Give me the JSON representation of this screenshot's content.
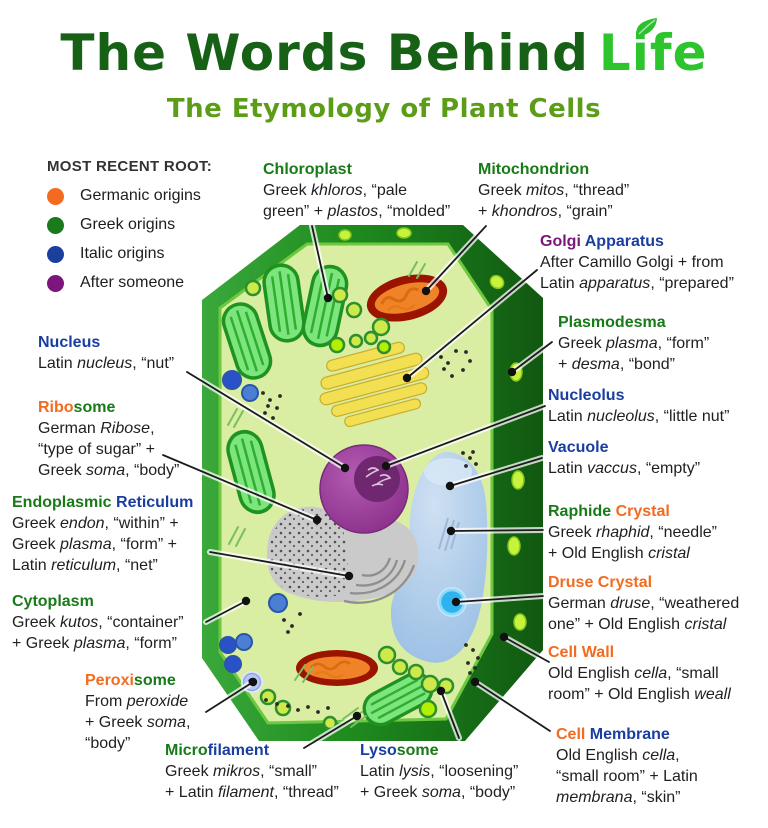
{
  "title": {
    "dark": "The Words Behind",
    "bright": "Life"
  },
  "subtitle": "The Etymology of Plant Cells",
  "legend": {
    "heading": "MOST RECENT ROOT:",
    "items": [
      {
        "label": "Germanic origins",
        "color": "#f26b21"
      },
      {
        "label": "Greek origins",
        "color": "#1b7a1b"
      },
      {
        "label": "Italic origins",
        "color": "#1c3f9e"
      },
      {
        "label": "After someone",
        "color": "#7c157c"
      }
    ]
  },
  "palette": {
    "title_dark_green": "#176117",
    "title_bright_green": "#2ec42e",
    "subtitle_green": "#5c9d17",
    "cell_interior": "#d9eda3",
    "cell_wall_green": "#1e8a1e"
  },
  "labels": [
    {
      "id": "chloroplast",
      "heading": [
        {
          "t": "Chloroplast",
          "c": "grk"
        }
      ],
      "lines": [
        [
          {
            "t": "Greek "
          },
          {
            "t": "khloros",
            "i": 1
          },
          {
            "t": ", “pale"
          }
        ],
        [
          {
            "t": "green” + "
          },
          {
            "t": "plastos",
            "i": 1
          },
          {
            "t": ", “molded”"
          }
        ]
      ]
    },
    {
      "id": "mitochondrion",
      "heading": [
        {
          "t": "Mitochondrion",
          "c": "grk"
        }
      ],
      "lines": [
        [
          {
            "t": "Greek "
          },
          {
            "t": "mitos",
            "i": 1
          },
          {
            "t": ", “thread”"
          }
        ],
        [
          {
            "t": "+ "
          },
          {
            "t": "khondros",
            "i": 1
          },
          {
            "t": ", “grain”"
          }
        ]
      ]
    },
    {
      "id": "golgi",
      "heading": [
        {
          "t": "Golgi ",
          "c": "per"
        },
        {
          "t": "Apparatus",
          "c": "ita"
        }
      ],
      "lines": [
        [
          {
            "t": "After Camillo Golgi + from"
          }
        ],
        [
          {
            "t": "Latin "
          },
          {
            "t": "apparatus",
            "i": 1
          },
          {
            "t": ", “prepared”"
          }
        ]
      ]
    },
    {
      "id": "plasmodesma",
      "heading": [
        {
          "t": "Plasmodesma",
          "c": "grk"
        }
      ],
      "lines": [
        [
          {
            "t": "Greek "
          },
          {
            "t": "plasma",
            "i": 1
          },
          {
            "t": ", “form”"
          }
        ],
        [
          {
            "t": "+ "
          },
          {
            "t": "desma",
            "i": 1
          },
          {
            "t": ", “bond”"
          }
        ]
      ]
    },
    {
      "id": "nucleus",
      "heading": [
        {
          "t": "Nucleus",
          "c": "ita"
        }
      ],
      "lines": [
        [
          {
            "t": "Latin "
          },
          {
            "t": "nucleus",
            "i": 1
          },
          {
            "t": ", “nut”"
          }
        ]
      ]
    },
    {
      "id": "ribosome",
      "heading": [
        {
          "t": "Ribo",
          "c": "ger"
        },
        {
          "t": "some",
          "c": "grk"
        }
      ],
      "lines": [
        [
          {
            "t": "German "
          },
          {
            "t": "Ribose",
            "i": 1
          },
          {
            "t": ","
          }
        ],
        [
          {
            "t": "“type of sugar” +"
          }
        ],
        [
          {
            "t": "Greek "
          },
          {
            "t": "soma",
            "i": 1
          },
          {
            "t": ", “body”"
          }
        ]
      ]
    },
    {
      "id": "er",
      "heading": [
        {
          "t": "Endoplasmic ",
          "c": "grk"
        },
        {
          "t": "Reticulum",
          "c": "ita"
        }
      ],
      "lines": [
        [
          {
            "t": "Greek "
          },
          {
            "t": "endon",
            "i": 1
          },
          {
            "t": ", “within” +"
          }
        ],
        [
          {
            "t": "Greek "
          },
          {
            "t": "plasma",
            "i": 1
          },
          {
            "t": ", “form” +"
          }
        ],
        [
          {
            "t": "Latin "
          },
          {
            "t": "reticulum",
            "i": 1
          },
          {
            "t": ", “net”"
          }
        ]
      ]
    },
    {
      "id": "cytoplasm",
      "heading": [
        {
          "t": "Cytoplasm",
          "c": "grk"
        }
      ],
      "lines": [
        [
          {
            "t": "Greek "
          },
          {
            "t": "kutos",
            "i": 1
          },
          {
            "t": ", “container”"
          }
        ],
        [
          {
            "t": "+ Greek "
          },
          {
            "t": "plasma",
            "i": 1
          },
          {
            "t": ", “form”"
          }
        ]
      ]
    },
    {
      "id": "peroxisome",
      "heading": [
        {
          "t": "Peroxi",
          "c": "ger"
        },
        {
          "t": "some",
          "c": "grk"
        }
      ],
      "lines": [
        [
          {
            "t": "From "
          },
          {
            "t": "peroxide",
            "i": 1
          }
        ],
        [
          {
            "t": "+ Greek "
          },
          {
            "t": "soma",
            "i": 1
          },
          {
            "t": ","
          }
        ],
        [
          {
            "t": "“body”"
          }
        ]
      ]
    },
    {
      "id": "microfilament",
      "heading": [
        {
          "t": "Micro",
          "c": "grk"
        },
        {
          "t": "filament",
          "c": "ita"
        }
      ],
      "lines": [
        [
          {
            "t": "Greek "
          },
          {
            "t": "mikros",
            "i": 1
          },
          {
            "t": ", “small”"
          }
        ],
        [
          {
            "t": "+ Latin "
          },
          {
            "t": "filament",
            "i": 1
          },
          {
            "t": ", “thread”"
          }
        ]
      ]
    },
    {
      "id": "lysosome",
      "heading": [
        {
          "t": "Lyso",
          "c": "ita"
        },
        {
          "t": "some",
          "c": "grk"
        }
      ],
      "lines": [
        [
          {
            "t": "Latin "
          },
          {
            "t": "lysis",
            "i": 1
          },
          {
            "t": ", “loosening”"
          }
        ],
        [
          {
            "t": "+ Greek "
          },
          {
            "t": "soma",
            "i": 1
          },
          {
            "t": ", “body”"
          }
        ]
      ]
    },
    {
      "id": "cell_membrane",
      "heading": [
        {
          "t": "Cell ",
          "c": "ger"
        },
        {
          "t": "Membrane",
          "c": "ita"
        }
      ],
      "lines": [
        [
          {
            "t": "Old English "
          },
          {
            "t": "cella",
            "i": 1
          },
          {
            "t": ","
          }
        ],
        [
          {
            "t": "“small room” + Latin"
          }
        ],
        [
          {
            "t": "membrana",
            "i": 1
          },
          {
            "t": ", “skin”"
          }
        ]
      ]
    },
    {
      "id": "cell_wall",
      "heading": [
        {
          "t": "Cell Wall",
          "c": "ger"
        }
      ],
      "lines": [
        [
          {
            "t": "Old English "
          },
          {
            "t": "cella",
            "i": 1
          },
          {
            "t": ", “small"
          }
        ],
        [
          {
            "t": "room” + Old English "
          },
          {
            "t": "weall",
            "i": 1
          }
        ]
      ]
    },
    {
      "id": "druse",
      "heading": [
        {
          "t": "Druse Crystal",
          "c": "ger"
        }
      ],
      "lines": [
        [
          {
            "t": "German "
          },
          {
            "t": "druse",
            "i": 1
          },
          {
            "t": ", “weathered"
          }
        ],
        [
          {
            "t": "one” + Old English "
          },
          {
            "t": "cristal",
            "i": 1
          }
        ]
      ]
    },
    {
      "id": "raphide",
      "heading": [
        {
          "t": "Raphide ",
          "c": "grk"
        },
        {
          "t": "Crystal",
          "c": "ger"
        }
      ],
      "lines": [
        [
          {
            "t": "Greek "
          },
          {
            "t": "rhaphid",
            "i": 1
          },
          {
            "t": ", “needle”"
          }
        ],
        [
          {
            "t": "+ Old English "
          },
          {
            "t": "cristal",
            "i": 1
          }
        ]
      ]
    },
    {
      "id": "vacuole",
      "heading": [
        {
          "t": "Vacuole",
          "c": "ita"
        }
      ],
      "lines": [
        [
          {
            "t": "Latin "
          },
          {
            "t": "vaccus",
            "i": 1
          },
          {
            "t": ", “empty”"
          }
        ]
      ]
    },
    {
      "id": "nucleolus",
      "heading": [
        {
          "t": "Nucleolus",
          "c": "ita"
        }
      ],
      "lines": [
        [
          {
            "t": "Latin "
          },
          {
            "t": "nucleolus",
            "i": 1
          },
          {
            "t": ", “little nut”"
          }
        ]
      ]
    }
  ]
}
